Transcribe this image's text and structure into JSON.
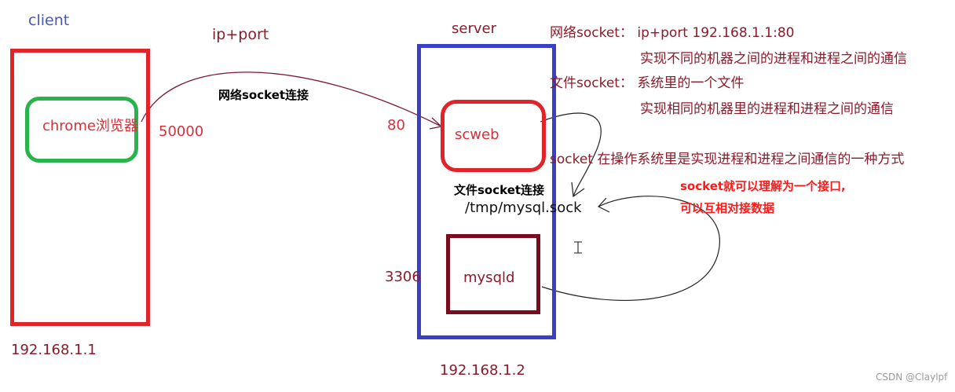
{
  "client": {
    "title": "client",
    "browser_label": "chrome浏览器",
    "port": "50000",
    "ip": "192.168.1.1"
  },
  "connection": {
    "label": "ip+port",
    "network_socket_label": "网络socket连接"
  },
  "server": {
    "title": "server",
    "web_label": "scweb",
    "web_port": "80",
    "file_socket_label": "文件socket连接",
    "sock_path": "/tmp/mysql.sock",
    "db_label": "mysqld",
    "db_port": "3306",
    "ip": "192.168.1.2"
  },
  "notes": {
    "network_socket": "网络socket：  ip+port  192.168.1.1:80",
    "network_desc": "实现不同的机器之间的进程和进程之间的通信",
    "file_socket": "文件socket：   系统里的一个文件",
    "file_desc": "实现相同的机器里的进程和进程之间的通信",
    "socket_def": "socket 在操作系统里是实现进程和进程之间通信的一种方式",
    "interface_line1": "socket就可以理解为一个接口,",
    "interface_line2": "可以互相对接数据"
  },
  "watermark": "CSDN @Claylpf",
  "colors": {
    "client_box": "#e0242a",
    "browser_box": "#28b44a",
    "server_box": "#3b3fc6",
    "scweb_box": "#e0242a",
    "mysqld_box": "#7a0a1e",
    "label_red": "#d4313a",
    "note_dark_red": "#8b1a2a",
    "note_red_bold": "#ff1a1a"
  }
}
